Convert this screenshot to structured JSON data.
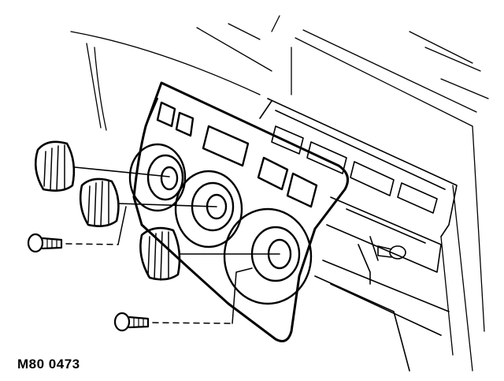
{
  "figure": {
    "reference_code": "M80 0473",
    "line_color": "#000000",
    "background_color": "#ffffff",
    "parts": {
      "knobs": [
        "knob-top",
        "knob-middle",
        "knob-bottom"
      ],
      "screws": [
        "screw-upper",
        "screw-lower"
      ]
    }
  }
}
